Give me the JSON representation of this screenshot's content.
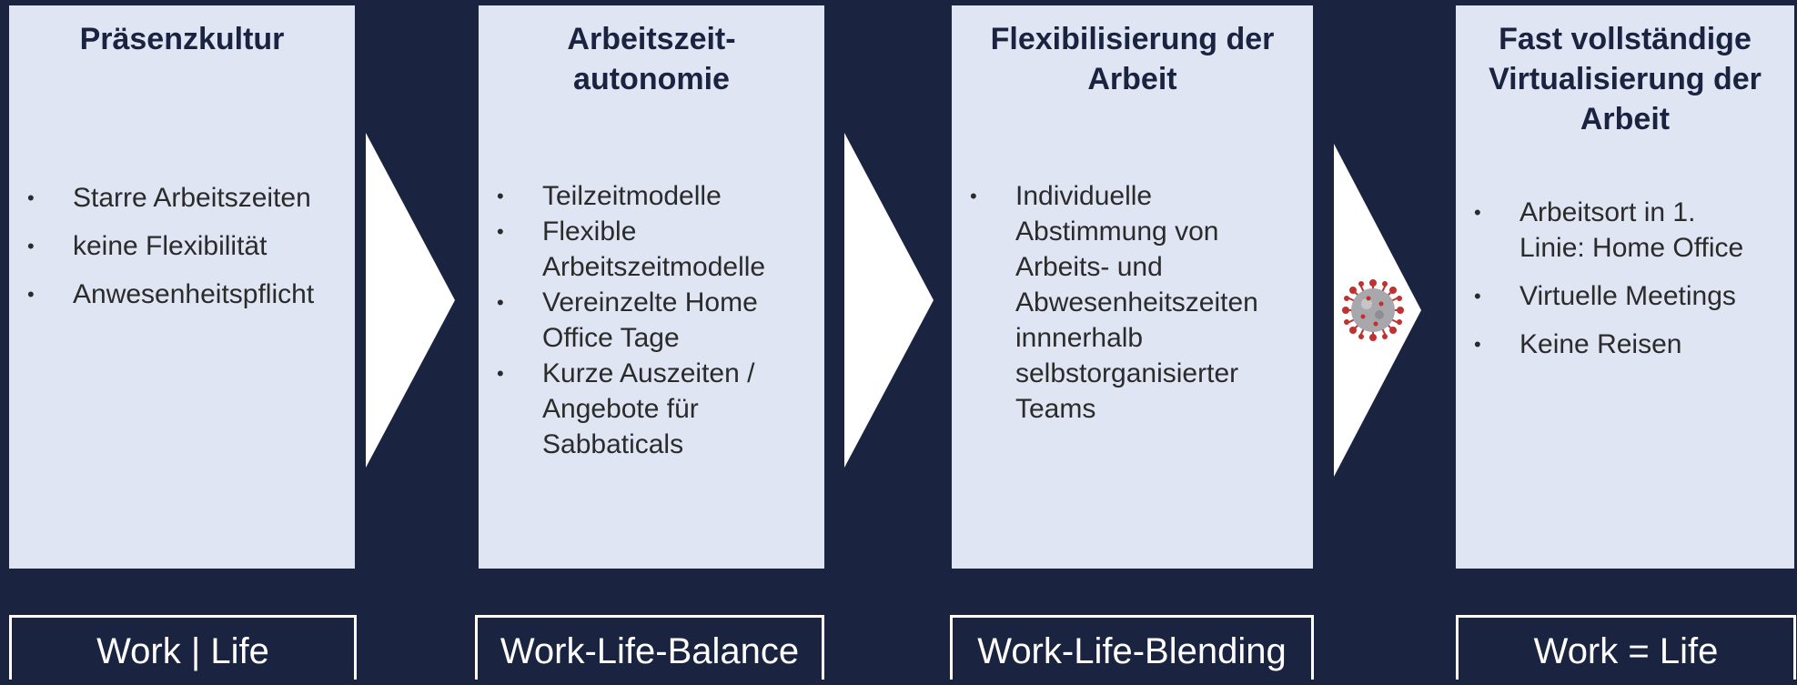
{
  "stages": [
    {
      "title": "Präsenzkultur",
      "bullets": [
        "Starre Arbeitszeiten",
        "keine Flexibilität",
        "Anwesenheitspflicht"
      ],
      "label": "Work | Life"
    },
    {
      "title": "Arbeitszeit-\nautonomie",
      "bullets": [
        "Teilzeitmodelle",
        "Flexible\nArbeitszeitmodelle",
        "Vereinzelte Home\nOffice Tage",
        "Kurze Auszeiten /\nAngebote für\nSabbaticals"
      ],
      "label": "Work-Life-Balance"
    },
    {
      "title": "Flexibilisierung der\nArbeit",
      "bullets": [
        "Individuelle\nAbstimmung von\nArbeits- und\nAbwesenheitszeiten\ninnnerhalb\nselbstorganisierter\nTeams"
      ],
      "label": "Work-Life-Blending"
    },
    {
      "title": "Fast vollständige\nVirtualisierung der\nArbeit",
      "bullets": [
        "Arbeitsort in 1.\nLinie: Home Office",
        "Virtuelle Meetings",
        "Keine Reisen"
      ],
      "label": "Work = Life"
    }
  ],
  "colors": {
    "background": "#1a2440",
    "panel": "#dfe5f3",
    "title_text": "#1a2440",
    "arrow": "#ffffff",
    "virus": "#b23a3a"
  },
  "icons": {
    "virus": "coronavirus-icon"
  }
}
